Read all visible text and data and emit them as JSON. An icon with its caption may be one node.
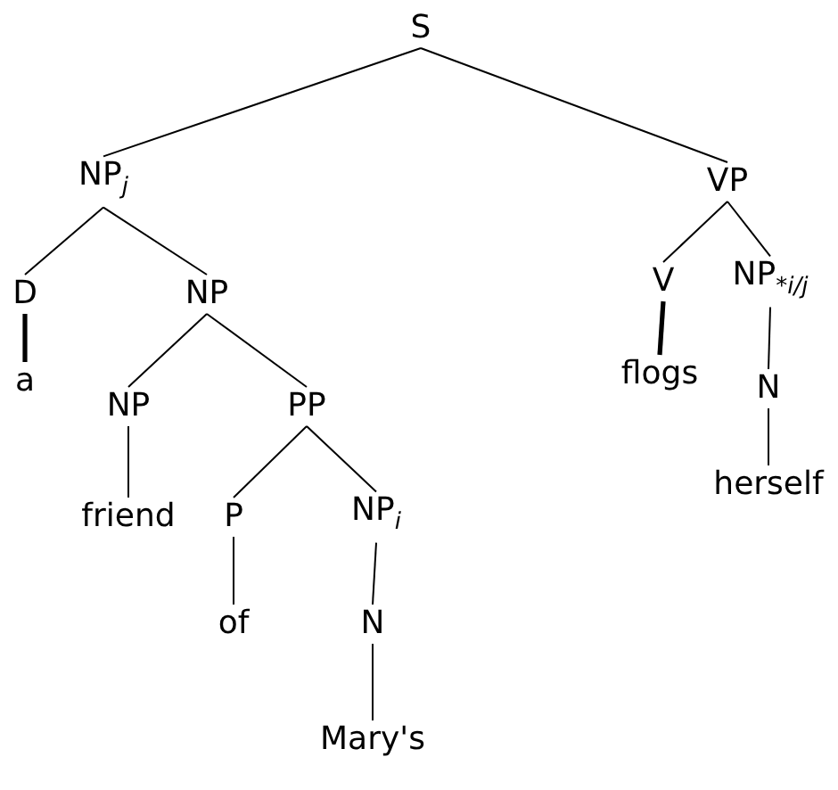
{
  "diagram": {
    "nodes": [
      {
        "text": [
          "S"
        ]
      },
      {
        "text": [
          "NP$_{j}$"
        ]
      },
      {
        "text": [
          "VP"
        ]
      },
      {
        "text": [
          "D"
        ]
      },
      {
        "text": [
          "NP"
        ]
      },
      {
        "text": [
          "V"
        ]
      },
      {
        "text": [
          "NP$_{*i/j}$"
        ]
      },
      {
        "text": [
          "a"
        ]
      },
      {
        "text": [
          "NP"
        ]
      },
      {
        "text": [
          "PP"
        ]
      },
      {
        "text": [
          "flogs"
        ]
      },
      {
        "text": [
          "N"
        ]
      },
      {
        "text": [
          "friend"
        ]
      },
      {
        "text": [
          "P"
        ]
      },
      {
        "text": [
          "NP$_{i}$"
        ]
      },
      {
        "text": [
          "herself"
        ]
      },
      {
        "text": [
          "of"
        ]
      },
      {
        "text": [
          "N"
        ]
      },
      {
        "text": [
          "Mary's"
        ]
      }
    ],
    "edges": [
      {
        "from": 0,
        "to": 1,
        "arrow": "none"
      },
      {
        "from": 0,
        "to": 2,
        "arrow": "none"
      },
      {
        "from": 1,
        "to": 3,
        "arrow": "none"
      },
      {
        "from": 1,
        "to": 4,
        "arrow": "none"
      },
      {
        "from": 2,
        "to": 5,
        "arrow": "none"
      },
      {
        "from": 2,
        "to": 6,
        "arrow": "none"
      },
      {
        "from": 3,
        "to": 7,
        "arrow": "none",
        "style": "thick"
      },
      {
        "from": 4,
        "to": 8,
        "arrow": "none"
      },
      {
        "from": 4,
        "to": 9,
        "arrow": "none"
      },
      {
        "from": 5,
        "to": 10,
        "arrow": "none",
        "style": "thick"
      },
      {
        "from": 6,
        "to": 11,
        "arrow": "none"
      },
      {
        "from": 8,
        "to": 12,
        "arrow": "none"
      },
      {
        "from": 9,
        "to": 13,
        "arrow": "none"
      },
      {
        "from": 9,
        "to": 14,
        "arrow": "none"
      },
      {
        "from": 11,
        "to": 15,
        "arrow": "none"
      },
      {
        "from": 13,
        "to": 16,
        "arrow": "none"
      },
      {
        "from": 14,
        "to": 17,
        "arrow": "none"
      },
      {
        "from": 17,
        "to": 18,
        "arrow": "none"
      }
    ]
  }
}
